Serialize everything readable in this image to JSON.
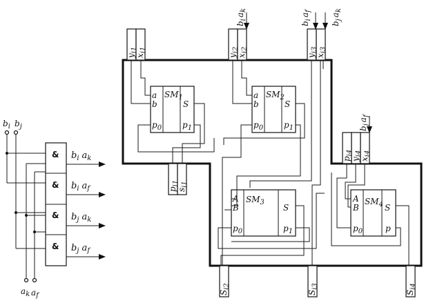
{
  "left": {
    "inputs_top": [
      "b",
      "b"
    ],
    "inputs_top_sub": [
      "i",
      "j"
    ],
    "inputs_bottom": [
      "a",
      "a"
    ],
    "inputs_bottom_sub": [
      "k",
      "f"
    ],
    "gate_symbol": "&",
    "outputs": [
      {
        "b": "b",
        "bs": "i",
        "a": "a",
        "as": "k"
      },
      {
        "b": "b",
        "bs": "i",
        "a": "a",
        "as": "f"
      },
      {
        "b": "b",
        "bs": "j",
        "a": "a",
        "as": "k"
      },
      {
        "b": "b",
        "bs": "j",
        "a": "a",
        "as": "f"
      }
    ]
  },
  "blocks": [
    {
      "name": "SM",
      "sub": "1",
      "a": "a",
      "b": "b",
      "s": "S",
      "p0": "p",
      "p0s": "0",
      "p1": "p",
      "p1s": "1"
    },
    {
      "name": "SM",
      "sub": "2",
      "a": "a",
      "b": "b",
      "s": "S",
      "p0": "p",
      "p0s": "0",
      "p1": "p",
      "p1s": "1"
    },
    {
      "name": "SM",
      "sub": "3",
      "a": "A",
      "b": "B",
      "s": "S",
      "p0": "p",
      "p0s": "0",
      "p1": "p",
      "p1s": "1"
    },
    {
      "name": "SM",
      "sub": "4",
      "a": "A",
      "b": "B",
      "s": "S",
      "p0": "p",
      "p0s": "0",
      "p1": "p",
      "p1s": ""
    }
  ],
  "registers": {
    "r1": [
      {
        "t": "y",
        "s": "i1"
      },
      {
        "t": "x",
        "s": "i1"
      }
    ],
    "r2": [
      {
        "t": "y",
        "s": "i2"
      },
      {
        "t": "x",
        "s": "i2"
      }
    ],
    "r3": [
      {
        "t": "y",
        "s": "i3"
      },
      {
        "t": "x",
        "s": "i3"
      }
    ],
    "r4": [
      {
        "t": "p",
        "s": "i4"
      },
      {
        "t": "y",
        "s": "i4"
      },
      {
        "t": "x",
        "s": "i4"
      }
    ],
    "r5": [
      {
        "t": "p",
        "s": "i1"
      },
      {
        "t": "s",
        "s": "i1"
      }
    ],
    "s2": {
      "t": "S",
      "s": "i2"
    },
    "s3": {
      "t": "S",
      "s": "i3"
    },
    "s4": {
      "t": "S",
      "s": "i4"
    }
  },
  "arrows": {
    "a2": {
      "b": "b",
      "bs": "i",
      "a": "a",
      "as": "k"
    },
    "a3b": {
      "b": "b",
      "bs": "i",
      "a": "a",
      "as": "f"
    },
    "a3c": {
      "b": "b",
      "bs": "j",
      "a": "a",
      "as": "k"
    },
    "a4": {
      "b": "b",
      "bs": "j",
      "a": "a",
      "as": "f"
    }
  }
}
